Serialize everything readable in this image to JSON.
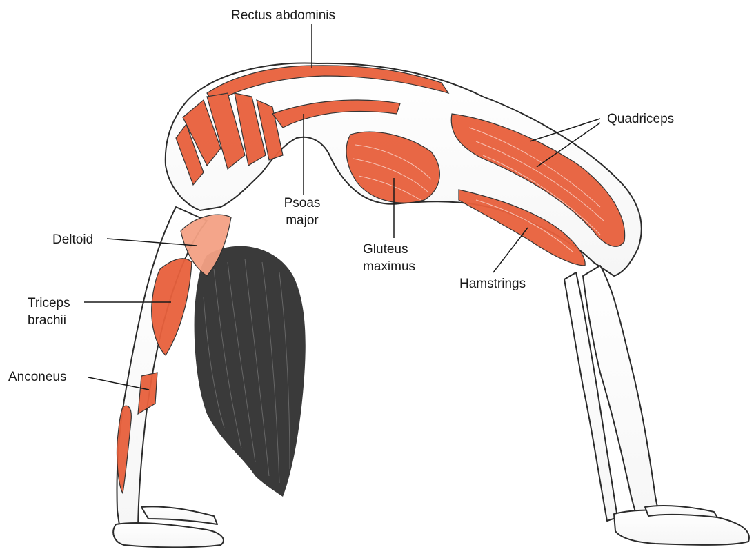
{
  "labels": {
    "rectus_abdominis": "Rectus abdominis",
    "quadriceps": "Quadriceps",
    "psoas_major": [
      "Psoas",
      "major"
    ],
    "deltoid": "Deltoid",
    "gluteus_maximus": [
      "Gluteus",
      "maximus"
    ],
    "hamstrings": "Hamstrings",
    "triceps_brachii": [
      "Triceps",
      "brachii"
    ],
    "anconeus": "Anconeus"
  },
  "colors": {
    "muscle": "#e8603c",
    "muscle_light": "#f4a184",
    "outline": "#2b2b2b",
    "hair": "#3a3a3a",
    "leader_line": "#1a1a1a"
  }
}
